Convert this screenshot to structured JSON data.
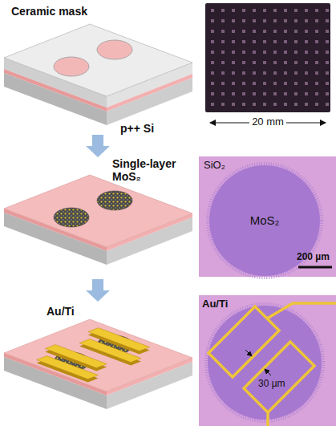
{
  "diagram": {
    "labels": [
      "Ceramic mask",
      "p++ Si",
      "20 mm",
      "Single-layer MoS₂",
      "SiO₂",
      "MoS₂",
      "200 µm",
      "Au/Ti",
      "Au/Ti",
      "30 µm"
    ]
  }
}
